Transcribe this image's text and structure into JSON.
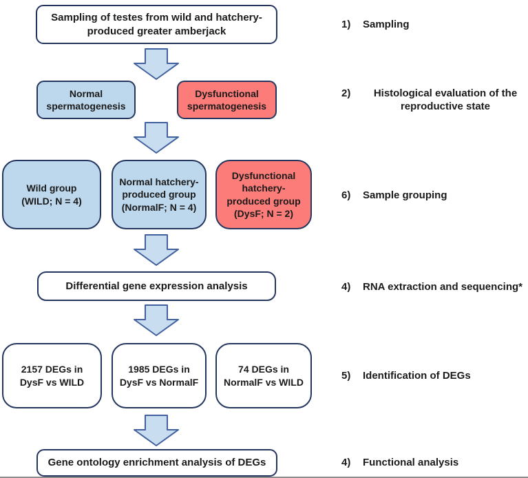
{
  "figure": {
    "type": "flowchart",
    "palette": {
      "box_border": "#24365e",
      "blue_fill": "#bdd7ec",
      "red_fill": "#fb7c78",
      "white_fill": "#ffffff",
      "arrow_fill": "#c9ddf1",
      "arrow_border": "#41619e",
      "text": "#1a1a1a"
    }
  },
  "boxes": {
    "sampling": {
      "text": "Sampling of testes from wild and hatchery-produced greater amberjack",
      "fill": "white"
    },
    "normal_sperm": {
      "text": "Normal spermatogenesis",
      "fill": "blue"
    },
    "dysfunctional_sperm": {
      "text": "Dysfunctional spermatogenesis",
      "fill": "red"
    },
    "wild_group": {
      "text": "Wild group (WILD; N = 4)",
      "fill": "blue"
    },
    "normalf_group": {
      "text": "Normal hatchery-produced group (NormalF; N = 4)",
      "fill": "blue"
    },
    "dysf_group": {
      "text": "Dysfunctional hatchery-produced group (DysF; N = 2)",
      "fill": "red"
    },
    "dge_analysis": {
      "text": "Differential gene expression analysis",
      "fill": "white"
    },
    "degs_dysf_wild": {
      "text": "2157 DEGs in DysF vs WILD",
      "fill": "white"
    },
    "degs_dysf_normalf": {
      "text": "1985 DEGs in DysF vs NormalF",
      "fill": "white"
    },
    "degs_normalf_wild": {
      "text": "74 DEGs in NormalF vs WILD",
      "fill": "white"
    },
    "go_analysis": {
      "text": "Gene ontology enrichment analysis of DEGs",
      "fill": "white"
    }
  },
  "steps": [
    {
      "number": "1)",
      "text": "Sampling"
    },
    {
      "number": "2)",
      "text": "Histological evaluation of the reproductive state"
    },
    {
      "number": "6)",
      "text": "Sample grouping"
    },
    {
      "number": "4)",
      "text": "RNA extraction and sequencing*"
    },
    {
      "number": "5)",
      "text": "Identification of DEGs"
    },
    {
      "number": "4)",
      "text": "Functional analysis"
    }
  ]
}
